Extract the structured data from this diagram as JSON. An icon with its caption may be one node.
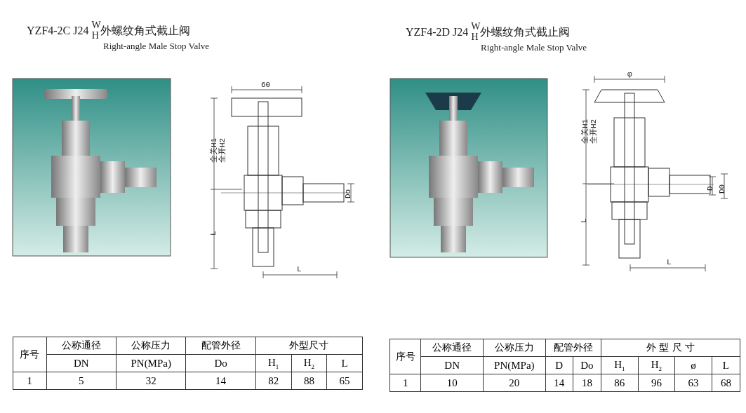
{
  "diagram": {
    "labels": [
      "YZF4-2C J24 $^{W}$$_{H}$外螺纹角式截止阀",
      "Right-angle Male Stop Valve",
      "YZF4-2D J24 $^{W}$$_{H}$外螺纹角式截止阀",
      "Right-angle Male Stop Valve",
      "60",
      "全关H1",
      "全开H2",
      "Do",
      "L",
      "L",
      "φ",
      "全关H1",
      "全开H2",
      "D",
      "D0",
      "L",
      "L",
      "序号",
      "公称通径",
      "公称压力",
      "配管外径",
      "外型尺寸",
      "DN",
      "PN(MPa)",
      "Do",
      "H$_{1}$",
      "H$_{2}$",
      "L",
      "1",
      "5",
      "32",
      "14",
      "82",
      "88",
      "65",
      "序号",
      "公称通径",
      "公称压力",
      "配管外径",
      "外 型 尺 寸",
      "DN",
      "PN(MPa)",
      "D",
      "Do",
      "H$_{1}$",
      "H$_{2}$",
      "ø",
      "L",
      "1",
      "10",
      "20",
      "14",
      "18",
      "86",
      "96",
      "63",
      "68"
    ]
  }
}
